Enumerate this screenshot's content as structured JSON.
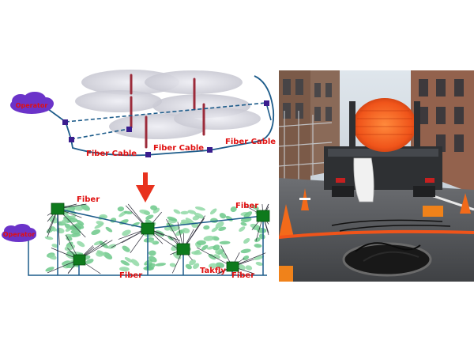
{
  "top": {
    "operator": "Operator",
    "cable_labels": [
      "Fiber Cable",
      "Fiber Cable",
      "Fiber Cable"
    ]
  },
  "bottom": {
    "operator": "Operator",
    "fiber_labels": [
      "Fiber",
      "Fiber",
      "Fiber",
      "Fiber"
    ],
    "node_label": "Takfly"
  },
  "colors": {
    "label_red": "#e01010",
    "cable_blue": "#1c5b8a",
    "node_purple": "#3a1d8e",
    "cloud_purple": "#6b33c9",
    "disk_gray": "#d4d4dc",
    "arrow_red": "#e8321e",
    "node_green": "#0e7a1c",
    "leaf_green": "#6cc88a",
    "photo_spool": "#f0541a"
  },
  "photo": {
    "subject": "fiber-cable-spool-truck-manhole"
  }
}
